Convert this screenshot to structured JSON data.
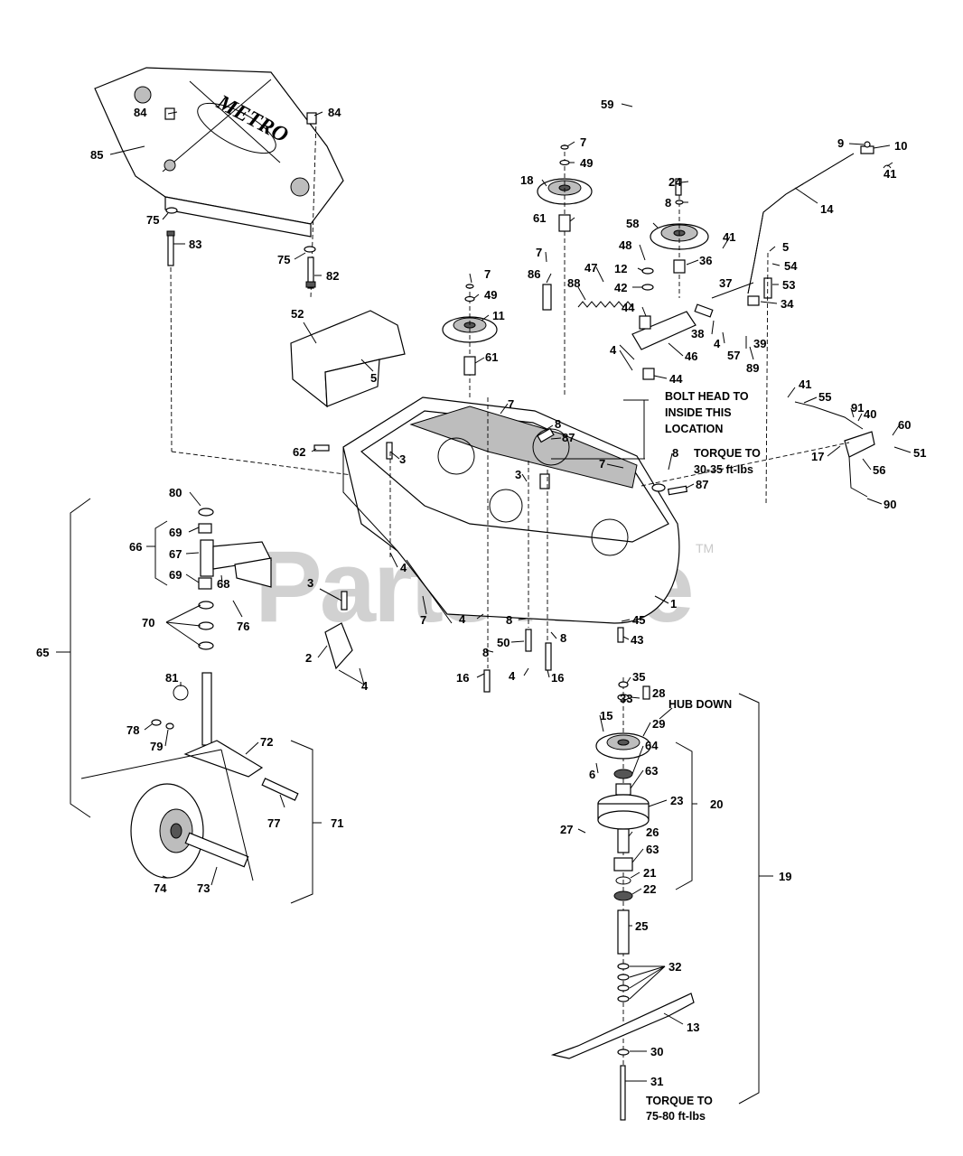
{
  "watermark": {
    "text": "PartsTree",
    "trademark": "TM"
  },
  "logo_text": "METRO",
  "notes": {
    "bolt_head": [
      "BOLT HEAD TO",
      "INSIDE THIS",
      "LOCATION"
    ],
    "torque_small": [
      "TORQUE TO",
      "30-35 ft-lbs"
    ],
    "hub_down": "HUB DOWN",
    "torque_blade": [
      "TORQUE TO",
      "75-80 ft-lbs"
    ]
  },
  "callouts": [
    {
      "id": "85",
      "text": "85"
    },
    {
      "id": "84a",
      "text": "84"
    },
    {
      "id": "84b",
      "text": "84"
    },
    {
      "id": "75a",
      "text": "75"
    },
    {
      "id": "75b",
      "text": "75"
    },
    {
      "id": "83",
      "text": "83"
    },
    {
      "id": "82",
      "text": "82"
    },
    {
      "id": "59",
      "text": "59"
    },
    {
      "id": "9",
      "text": "9"
    },
    {
      "id": "10",
      "text": "10"
    },
    {
      "id": "41a",
      "text": "41"
    },
    {
      "id": "14",
      "text": "14"
    },
    {
      "id": "7a",
      "text": "7"
    },
    {
      "id": "49a",
      "text": "49"
    },
    {
      "id": "18",
      "text": "18"
    },
    {
      "id": "61a",
      "text": "61"
    },
    {
      "id": "24",
      "text": "24"
    },
    {
      "id": "8a",
      "text": "8"
    },
    {
      "id": "58",
      "text": "58"
    },
    {
      "id": "41b",
      "text": "41"
    },
    {
      "id": "5a",
      "text": "5"
    },
    {
      "id": "54",
      "text": "54"
    },
    {
      "id": "53",
      "text": "53"
    },
    {
      "id": "34",
      "text": "34"
    },
    {
      "id": "48",
      "text": "48"
    },
    {
      "id": "36",
      "text": "36"
    },
    {
      "id": "12",
      "text": "12"
    },
    {
      "id": "37",
      "text": "37"
    },
    {
      "id": "42",
      "text": "42"
    },
    {
      "id": "7b",
      "text": "7"
    },
    {
      "id": "86",
      "text": "86"
    },
    {
      "id": "47",
      "text": "47"
    },
    {
      "id": "88",
      "text": "88"
    },
    {
      "id": "7c",
      "text": "7"
    },
    {
      "id": "49b",
      "text": "49"
    },
    {
      "id": "11",
      "text": "11"
    },
    {
      "id": "44a",
      "text": "44"
    },
    {
      "id": "38",
      "text": "38"
    },
    {
      "id": "4a",
      "text": "4"
    },
    {
      "id": "39",
      "text": "39"
    },
    {
      "id": "57",
      "text": "57"
    },
    {
      "id": "89",
      "text": "89"
    },
    {
      "id": "46",
      "text": "46"
    },
    {
      "id": "4b",
      "text": "4"
    },
    {
      "id": "44b",
      "text": "44"
    },
    {
      "id": "52",
      "text": "52"
    },
    {
      "id": "5b",
      "text": "5"
    },
    {
      "id": "61b",
      "text": "61"
    },
    {
      "id": "41c",
      "text": "41"
    },
    {
      "id": "55",
      "text": "55"
    },
    {
      "id": "7d",
      "text": "7"
    },
    {
      "id": "91",
      "text": "91"
    },
    {
      "id": "40",
      "text": "40"
    },
    {
      "id": "60",
      "text": "60"
    },
    {
      "id": "8b",
      "text": "8"
    },
    {
      "id": "87a",
      "text": "87"
    },
    {
      "id": "62",
      "text": "62"
    },
    {
      "id": "3a",
      "text": "3"
    },
    {
      "id": "17",
      "text": "17"
    },
    {
      "id": "51",
      "text": "51"
    },
    {
      "id": "56",
      "text": "56"
    },
    {
      "id": "7e",
      "text": "7"
    },
    {
      "id": "8c",
      "text": "8"
    },
    {
      "id": "87b",
      "text": "87"
    },
    {
      "id": "3b",
      "text": "3"
    },
    {
      "id": "90",
      "text": "90"
    },
    {
      "id": "80",
      "text": "80"
    },
    {
      "id": "69a",
      "text": "69"
    },
    {
      "id": "66",
      "text": "66"
    },
    {
      "id": "67",
      "text": "67"
    },
    {
      "id": "69b",
      "text": "69"
    },
    {
      "id": "68",
      "text": "68"
    },
    {
      "id": "4c",
      "text": "4"
    },
    {
      "id": "3c",
      "text": "3"
    },
    {
      "id": "76",
      "text": "76"
    },
    {
      "id": "70",
      "text": "70"
    },
    {
      "id": "7f",
      "text": "7"
    },
    {
      "id": "4d",
      "text": "4"
    },
    {
      "id": "8d",
      "text": "8"
    },
    {
      "id": "8e",
      "text": "8"
    },
    {
      "id": "45",
      "text": "45"
    },
    {
      "id": "1",
      "text": "1"
    },
    {
      "id": "2",
      "text": "2"
    },
    {
      "id": "50",
      "text": "50"
    },
    {
      "id": "43",
      "text": "43"
    },
    {
      "id": "8f",
      "text": "8"
    },
    {
      "id": "65",
      "text": "65"
    },
    {
      "id": "16a",
      "text": "16"
    },
    {
      "id": "4e",
      "text": "4"
    },
    {
      "id": "16b",
      "text": "16"
    },
    {
      "id": "4f",
      "text": "4"
    },
    {
      "id": "81",
      "text": "81"
    },
    {
      "id": "35",
      "text": "35"
    },
    {
      "id": "33",
      "text": "33"
    },
    {
      "id": "28",
      "text": "28"
    },
    {
      "id": "15",
      "text": "15"
    },
    {
      "id": "29",
      "text": "29"
    },
    {
      "id": "78",
      "text": "78"
    },
    {
      "id": "79",
      "text": "79"
    },
    {
      "id": "72",
      "text": "72"
    },
    {
      "id": "64",
      "text": "64"
    },
    {
      "id": "6",
      "text": "6"
    },
    {
      "id": "63a",
      "text": "63"
    },
    {
      "id": "23",
      "text": "23"
    },
    {
      "id": "20",
      "text": "20"
    },
    {
      "id": "77",
      "text": "77"
    },
    {
      "id": "71",
      "text": "71"
    },
    {
      "id": "27",
      "text": "27"
    },
    {
      "id": "26",
      "text": "26"
    },
    {
      "id": "63b",
      "text": "63"
    },
    {
      "id": "74",
      "text": "74"
    },
    {
      "id": "73",
      "text": "73"
    },
    {
      "id": "21",
      "text": "21"
    },
    {
      "id": "22",
      "text": "22"
    },
    {
      "id": "19",
      "text": "19"
    },
    {
      "id": "25",
      "text": "25"
    },
    {
      "id": "32",
      "text": "32"
    },
    {
      "id": "13",
      "text": "13"
    },
    {
      "id": "30",
      "text": "30"
    },
    {
      "id": "31",
      "text": "31"
    }
  ]
}
